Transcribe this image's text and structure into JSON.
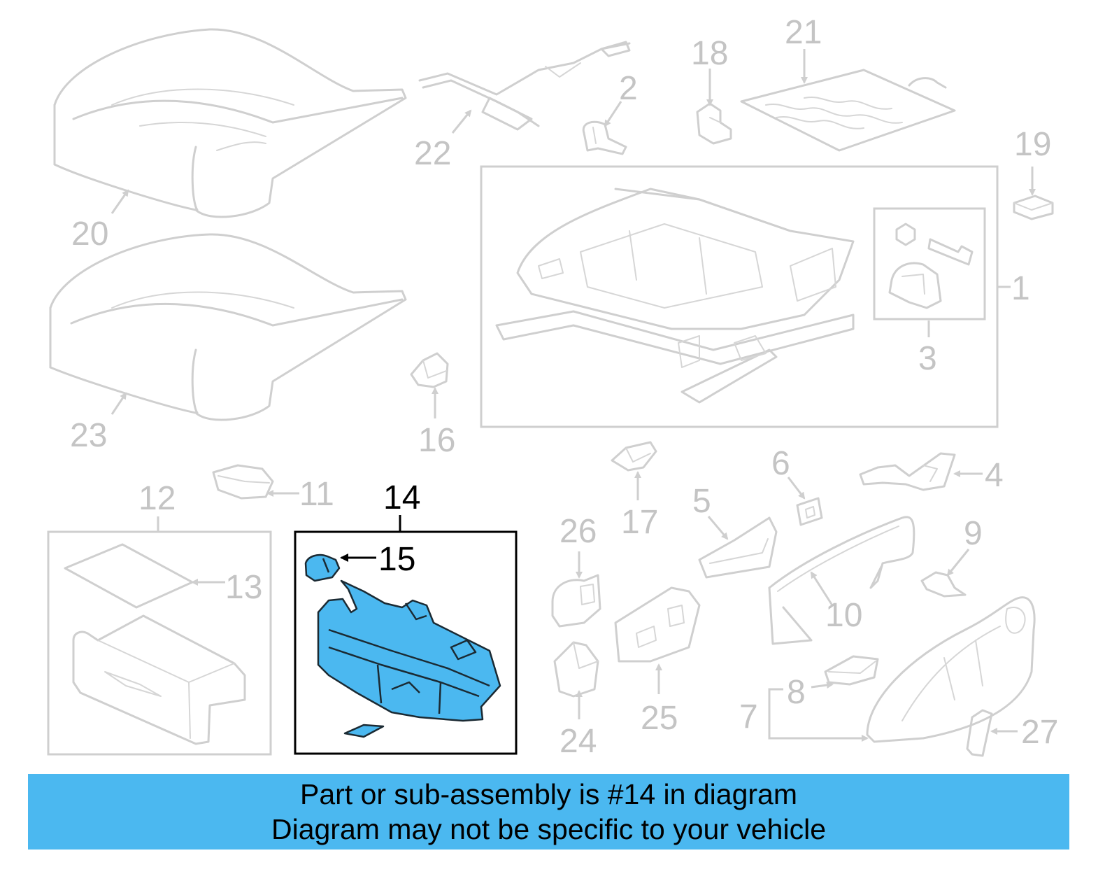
{
  "colors": {
    "highlight": "#4bb8f0",
    "banner": "#4bb8f0",
    "ghost_line": "#cfcfcf",
    "ghost_label": "#c4c4c4",
    "active_label": "#000000"
  },
  "diagram": {
    "highlighted_part": "14",
    "callouts": {
      "c1": "1",
      "c2": "2",
      "c3": "3",
      "c4": "4",
      "c5": "5",
      "c6": "6",
      "c7": "7",
      "c8": "8",
      "c9": "9",
      "c10": "10",
      "c11": "11",
      "c12": "12",
      "c13": "13",
      "c14": "14",
      "c15": "15",
      "c16": "16",
      "c17": "17",
      "c18": "18",
      "c19": "19",
      "c20": "20",
      "c21": "21",
      "c22": "22",
      "c23": "23",
      "c24": "24",
      "c25": "25",
      "c26": "26",
      "c27": "27"
    }
  },
  "banner": {
    "line1": "Part or sub-assembly is #14 in diagram",
    "line2": "Diagram may not be specific to your vehicle"
  }
}
